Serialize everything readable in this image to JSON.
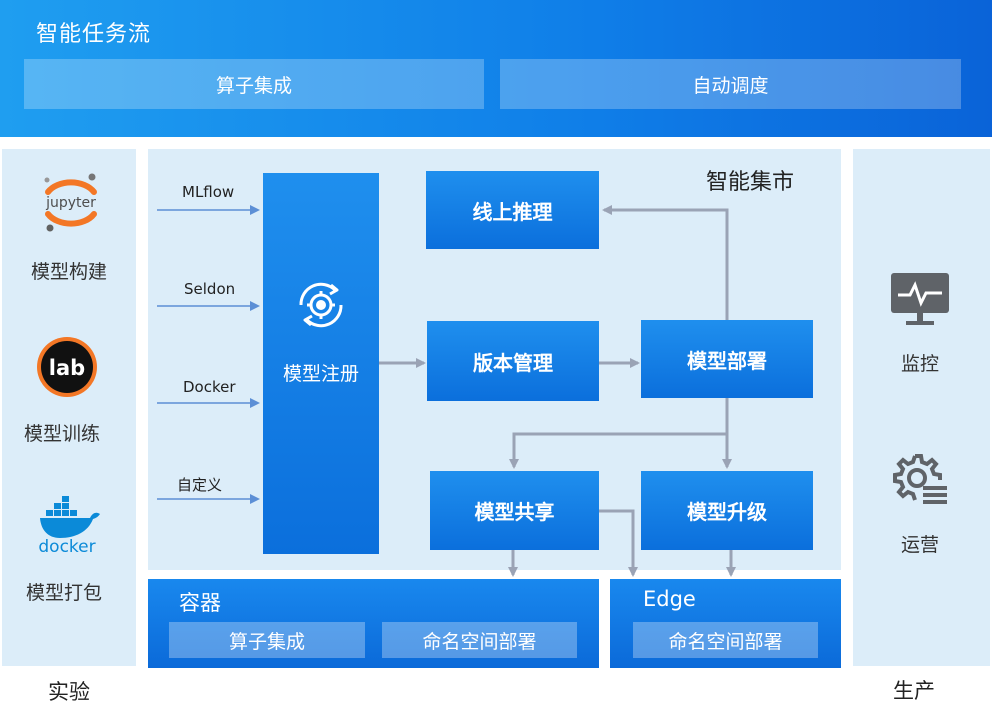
{
  "header": {
    "title": "智能任务流",
    "boxes": [
      "算子集成",
      "自动调度"
    ]
  },
  "left_panel": {
    "items": [
      {
        "icon_name": "jupyter-icon",
        "icon_text": "jupyter",
        "label": "模型构建"
      },
      {
        "icon_name": "lab-icon",
        "icon_text": "lab",
        "label": "模型训练"
      },
      {
        "icon_name": "docker-icon",
        "icon_text": "docker",
        "label": "模型打包"
      }
    ],
    "footer": "实验"
  },
  "center": {
    "title": "智能集市",
    "inputs": [
      "MLflow",
      "Seldon",
      "Docker",
      "自定义"
    ],
    "registry": "模型注册",
    "nodes": {
      "online_inference": "线上推理",
      "version_mgmt": "版本管理",
      "model_deploy": "模型部署",
      "model_share": "模型共享",
      "model_upgrade": "模型升级"
    },
    "container": {
      "title": "容器",
      "boxes": [
        "算子集成",
        "命名空间部署"
      ]
    },
    "edge": {
      "title": "Edge",
      "boxes": [
        "命名空间部署"
      ]
    }
  },
  "right_panel": {
    "items": [
      {
        "icon_name": "monitor-icon",
        "label": "监控"
      },
      {
        "icon_name": "operation-gear-icon",
        "label": "运营"
      }
    ],
    "footer": "生产"
  },
  "colors": {
    "primary": "#0b6fdc",
    "panel_bg": "#dcedf9",
    "arrow": "#9aa3b5"
  }
}
